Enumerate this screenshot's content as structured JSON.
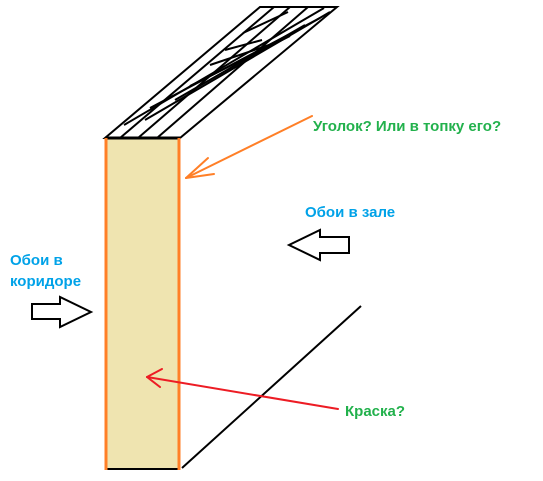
{
  "labels": {
    "corner": "Уголок? Или в топку его?",
    "wallpaper_hall": "Обои в зале",
    "wallpaper_corridor_line1": "Обои в",
    "wallpaper_corridor_line2": "коридоре",
    "paint": "Краска?"
  },
  "colors": {
    "green_text": "#22b14c",
    "blue_text": "#00a2e8",
    "orange": "#ff7f27",
    "red": "#ed1c24",
    "beige_fill": "#efe4b0",
    "black": "#000000"
  }
}
